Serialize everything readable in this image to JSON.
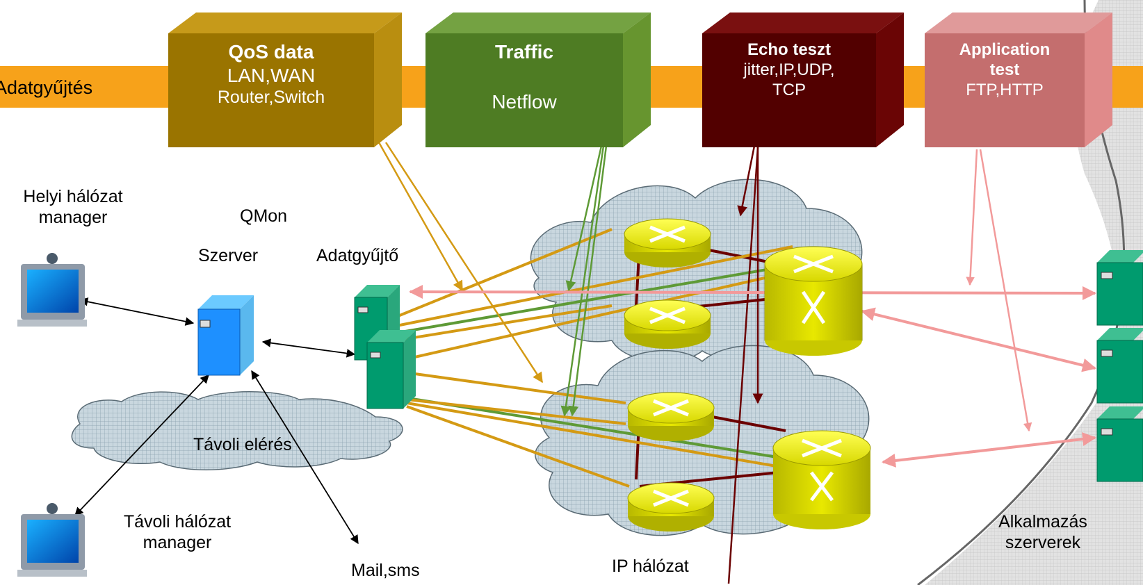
{
  "banner": {
    "text": "Adatgyűjtés"
  },
  "boxes": [
    {
      "id": "qos",
      "title": "QoS data",
      "lines": [
        "LAN,WAN",
        "Router,Switch"
      ],
      "color": "#9a7400"
    },
    {
      "id": "traffic",
      "title": "Traffic",
      "lines": [
        "Netflow"
      ],
      "color": "#4e7c23"
    },
    {
      "id": "echo",
      "title": "Echo teszt",
      "lines": [
        "jitter,IP,UDP,",
        "TCP"
      ],
      "color": "#520000"
    },
    {
      "id": "app",
      "title": "Application",
      "title2": "test",
      "lines": [
        "FTP,HTTP"
      ],
      "color": "#c46e6e"
    }
  ],
  "labels": {
    "local_manager_1": "Helyi hálózat",
    "local_manager_2": "manager",
    "qmon": "QMon",
    "server": "Szerver",
    "collector": "Adatgyűjtő",
    "remote_access": "Távoli elérés",
    "remote_manager_1": "Távoli hálózat",
    "remote_manager_2": "manager",
    "mail": "Mail,sms",
    "ip_network": "IP hálózat",
    "app_servers_1": "Alkalmazás",
    "app_servers_2": "szerverek"
  },
  "colors": {
    "banner": "#f7a21a",
    "qos_link": "#d49a14",
    "traffic_link": "#5e9a36",
    "echo_link": "#6b0000",
    "app_link": "#f29a9a",
    "router": "#e6e600",
    "cloud": "#c2d3dc",
    "server_blue": "#1e90ff",
    "server_green": "#009b6e"
  }
}
